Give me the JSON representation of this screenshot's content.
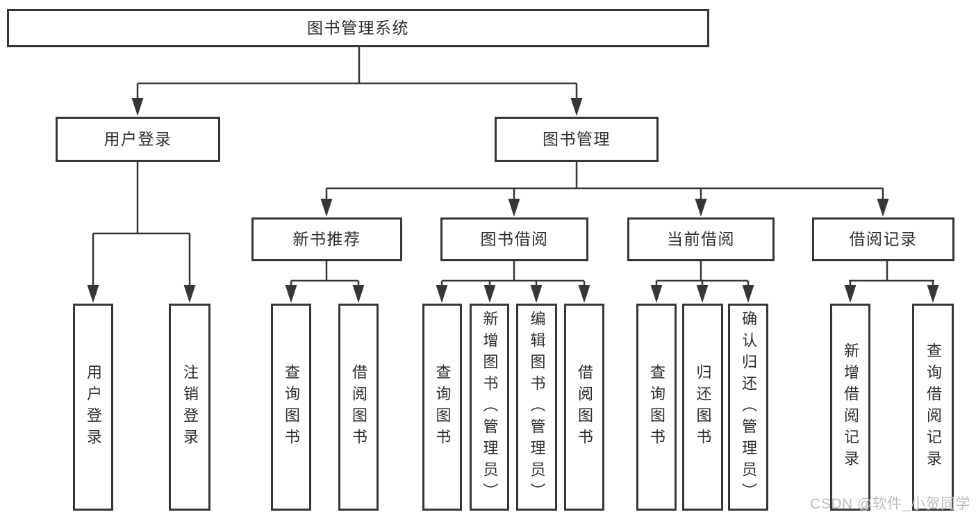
{
  "diagram_title": "图书管理系统",
  "tree": {
    "root": {
      "label": "图书管理系统"
    },
    "branches": [
      {
        "label": "用户登录",
        "leaves": [
          {
            "label": "用户登录"
          },
          {
            "label": "注销登录"
          }
        ]
      },
      {
        "label": "图书管理",
        "groups": [
          {
            "label": "新书推荐",
            "leaves": [
              {
                "label": "查询图书"
              },
              {
                "label": "借阅图书"
              }
            ]
          },
          {
            "label": "图书借阅",
            "leaves": [
              {
                "label": "查询图书"
              },
              {
                "label": "新增图书（管理员）"
              },
              {
                "label": "编辑图书（管理员）"
              },
              {
                "label": "借阅图书"
              }
            ]
          },
          {
            "label": "当前借阅",
            "leaves": [
              {
                "label": "查询图书"
              },
              {
                "label": "归还图书"
              },
              {
                "label": "确认归还（管理员）"
              }
            ]
          },
          {
            "label": "借阅记录",
            "leaves": [
              {
                "label": "新增借阅记录"
              },
              {
                "label": "查询借阅记录"
              }
            ]
          }
        ]
      }
    ]
  },
  "watermark": {
    "text": "CSDN @软件_小贺同学"
  },
  "colors": {
    "line": "#363636",
    "border": "#363636",
    "text": "#2e2e2e",
    "watermark": "#bcbcbc",
    "background": "#ffffff"
  }
}
